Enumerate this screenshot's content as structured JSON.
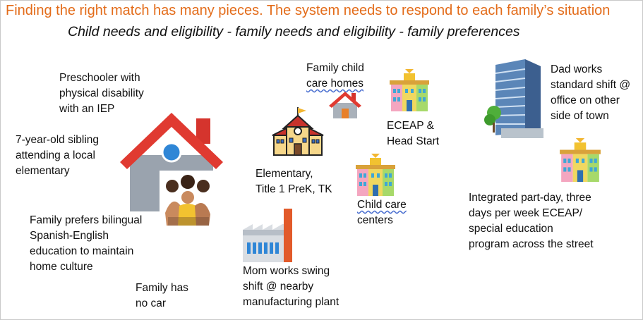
{
  "title": "Finding the right match has many pieces. The system needs to respond to each family’s situation",
  "subtitle": "Child needs and eligibility - family needs and eligibility - family preferences",
  "labels": {
    "preschooler": [
      "Preschooler with",
      "physical disability",
      "with an IEP"
    ],
    "sibling": [
      "7-year-old sibling",
      "attending a local",
      "elementary"
    ],
    "bilingual": [
      "Family prefers bilingual",
      "Spanish-English",
      "education to maintain",
      "home culture"
    ],
    "no_car": [
      "Family has",
      "no car"
    ],
    "mom": [
      "Mom works swing",
      "shift @ nearby",
      "manufacturing plant"
    ],
    "elementary": [
      "Elementary,",
      "Title 1 PreK, TK"
    ],
    "family_child_care": [
      "Family child",
      "care homes"
    ],
    "eceap": [
      "ECEAP &",
      "Head Start"
    ],
    "child_care_centers": [
      "Child care",
      "centers"
    ],
    "dad": [
      "Dad works",
      "standard shift @",
      "office on other",
      "side of town"
    ],
    "integrated": [
      "Integrated part-day, three",
      "days per week ECEAP/",
      "special education",
      "program across the street"
    ]
  },
  "icons": [
    "house-icon",
    "family-photo-icon",
    "school-icon",
    "small-house-icon",
    "child-care-building-icon",
    "factory-icon",
    "office-building-icon"
  ],
  "colors": {
    "title": "#e36c1a",
    "house_roof": "#e03a31",
    "house_wall": "#9aa3ae"
  }
}
